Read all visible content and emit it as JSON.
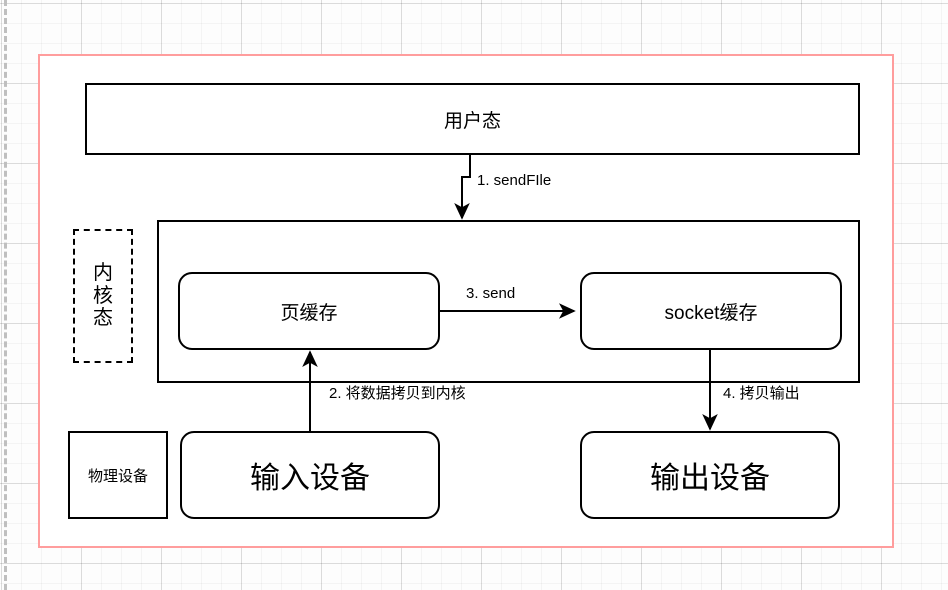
{
  "diagram": {
    "title_nodes": {
      "user_mode": "用户态",
      "kernel_tag_chars": [
        "内",
        "核",
        "态"
      ],
      "kernel_tag": "内核态",
      "page_cache": "页缓存",
      "socket_buffer": "socket缓存",
      "physical_device": "物理设备",
      "input_device": "输入设备",
      "output_device": "输出设备"
    },
    "edges": [
      {
        "id": "e1",
        "label": "1. sendFIle",
        "from": "用户态",
        "to": "内核态",
        "direction": "down"
      },
      {
        "id": "e2",
        "label": "2. 将数据拷贝到内核",
        "from": "输入设备",
        "to": "页缓存",
        "direction": "up"
      },
      {
        "id": "e3",
        "label": "3. send",
        "from": "页缓存",
        "to": "socket缓存",
        "direction": "right"
      },
      {
        "id": "e4",
        "label": "4. 拷贝输出",
        "from": "socket缓存",
        "to": "输出设备",
        "direction": "down"
      }
    ],
    "colors": {
      "frame_border": "#ff9d9d",
      "node_border": "#000000",
      "node_fill": "#ffffff",
      "canvas": "#fdfdfd",
      "grid_minor": "rgba(0,0,0,0.035)",
      "grid_major": "rgba(0,0,0,0.10)",
      "guide_dash": "#bfbfbf"
    }
  }
}
